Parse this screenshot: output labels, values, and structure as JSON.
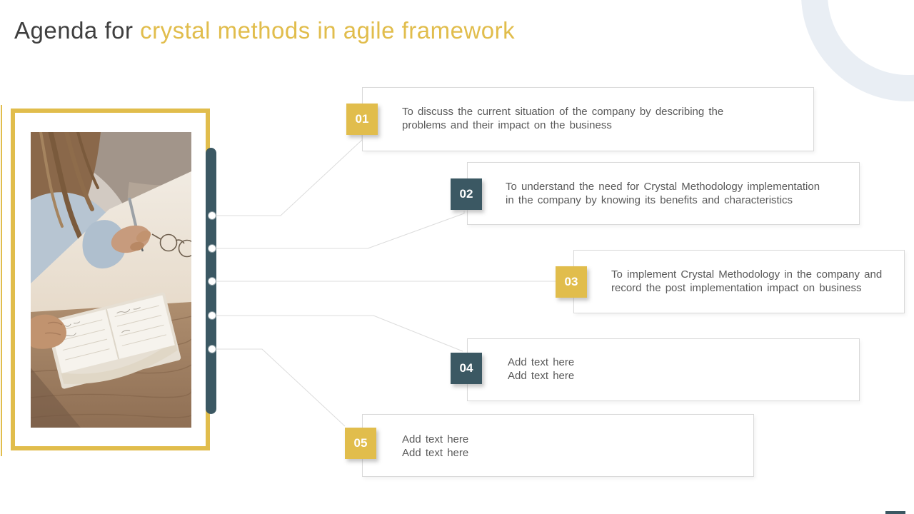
{
  "slide": {
    "title": {
      "prefix": "Agenda for ",
      "highlight": "crystal methods in agile framework"
    },
    "image_alt": "Person in a light blue sweater writing with a pen, long brown hair, glasses and an open notebook on a wooden desk",
    "agenda": {
      "items": [
        {
          "number": "01",
          "accent": "yellow",
          "lines": [
            "To discuss the current situation of the company by describing the",
            "problems and their impact on the business"
          ]
        },
        {
          "number": "02",
          "accent": "teal",
          "lines": [
            "To understand the need for Crystal Methodology implementation",
            "in the company by knowing its benefits and characteristics"
          ]
        },
        {
          "number": "03",
          "accent": "yellow",
          "lines": [
            "To implement Crystal Methodology in the company and",
            "record the post implementation impact on business"
          ]
        },
        {
          "number": "04",
          "accent": "teal",
          "lines": [
            "Add text here",
            "Add text here"
          ]
        },
        {
          "number": "05",
          "accent": "yellow",
          "lines": [
            "Add text here",
            "Add text here"
          ]
        }
      ]
    },
    "colors": {
      "yellow": "#E1BD4C",
      "teal": "#3B5863",
      "title_gray": "#3F3F3F",
      "body_text": "#595959",
      "box_border": "#D9D9D9",
      "connector": "#DCDCDC",
      "ring": "#E9EEF4"
    }
  }
}
